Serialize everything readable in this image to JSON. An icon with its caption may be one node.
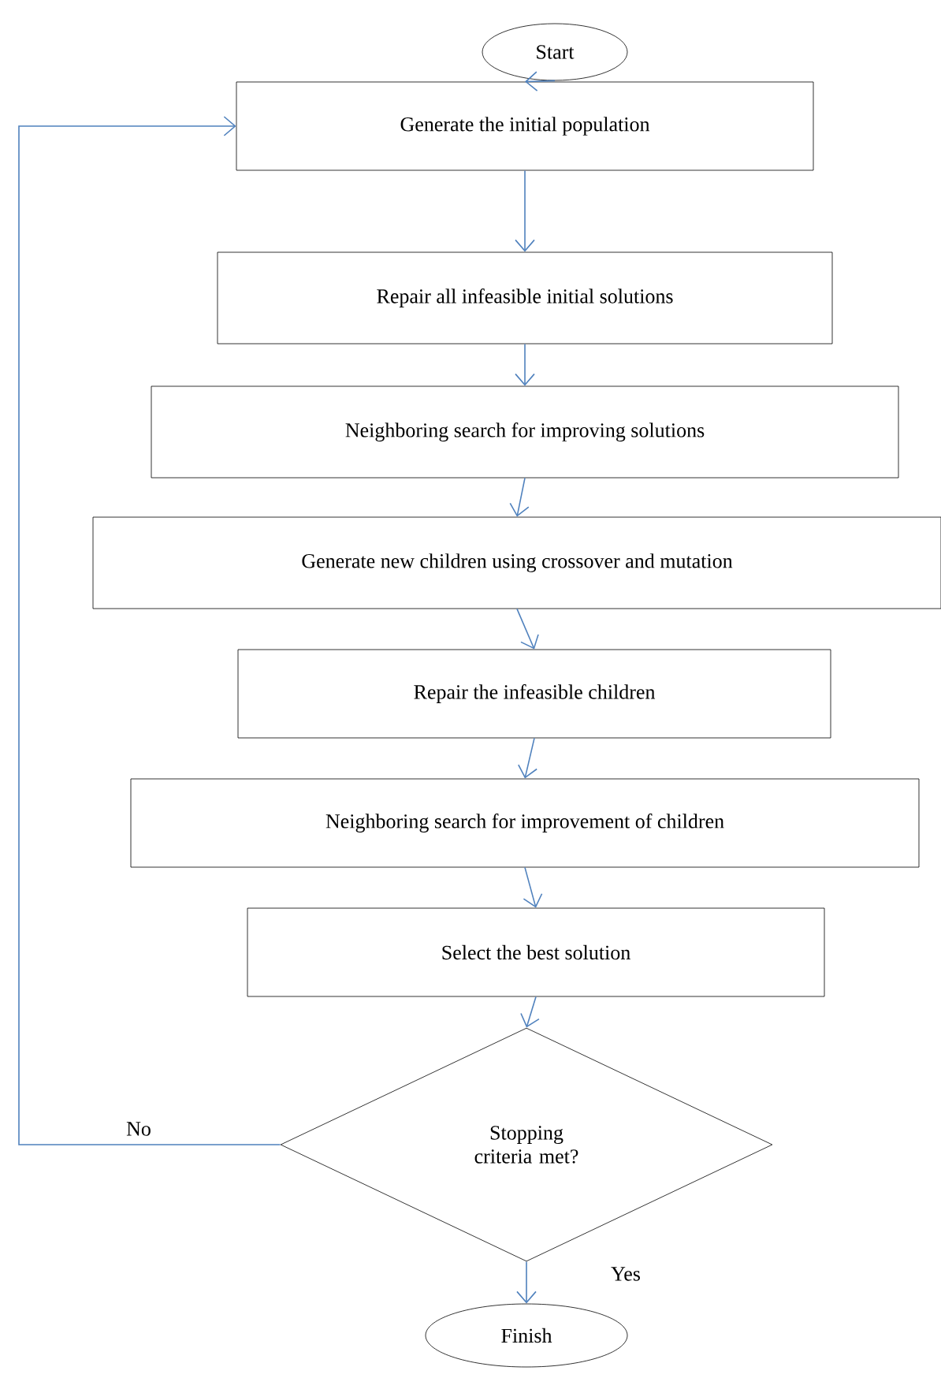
{
  "diagram": {
    "nodes": [
      {
        "text": [
          "Start"
        ]
      },
      {
        "text": [
          "Generate the initial population"
        ]
      },
      {
        "text": [
          "Repair all infeasible initial solutions"
        ]
      },
      {
        "text": [
          "Neighboring search for improving solutions"
        ]
      },
      {
        "text": [
          "Generate new children using crossover and mutation"
        ]
      },
      {
        "text": [
          "Repair the infeasible children"
        ]
      },
      {
        "text": [
          "Neighboring search for improvement of children"
        ]
      },
      {
        "text": [
          "Select the best solution"
        ]
      },
      {
        "text": [
          "Stopping criteria met?"
        ]
      },
      {
        "text": [
          "Finish"
        ]
      }
    ],
    "edges": [
      {
        "from": 0,
        "to": 1,
        "arrow": "to"
      },
      {
        "from": 1,
        "to": 2,
        "arrow": "to"
      },
      {
        "from": 2,
        "to": 3,
        "arrow": "to"
      },
      {
        "from": 3,
        "to": 4,
        "arrow": "to"
      },
      {
        "from": 4,
        "to": 5,
        "arrow": "to"
      },
      {
        "from": 5,
        "to": 6,
        "arrow": "to"
      },
      {
        "from": 6,
        "to": 7,
        "arrow": "to"
      },
      {
        "from": 7,
        "to": 8,
        "arrow": "to"
      },
      {
        "from": 8,
        "to": 1,
        "arrow": "to",
        "label": "No"
      },
      {
        "from": 8,
        "to": 9,
        "arrow": "to",
        "label": "Yes"
      }
    ]
  }
}
